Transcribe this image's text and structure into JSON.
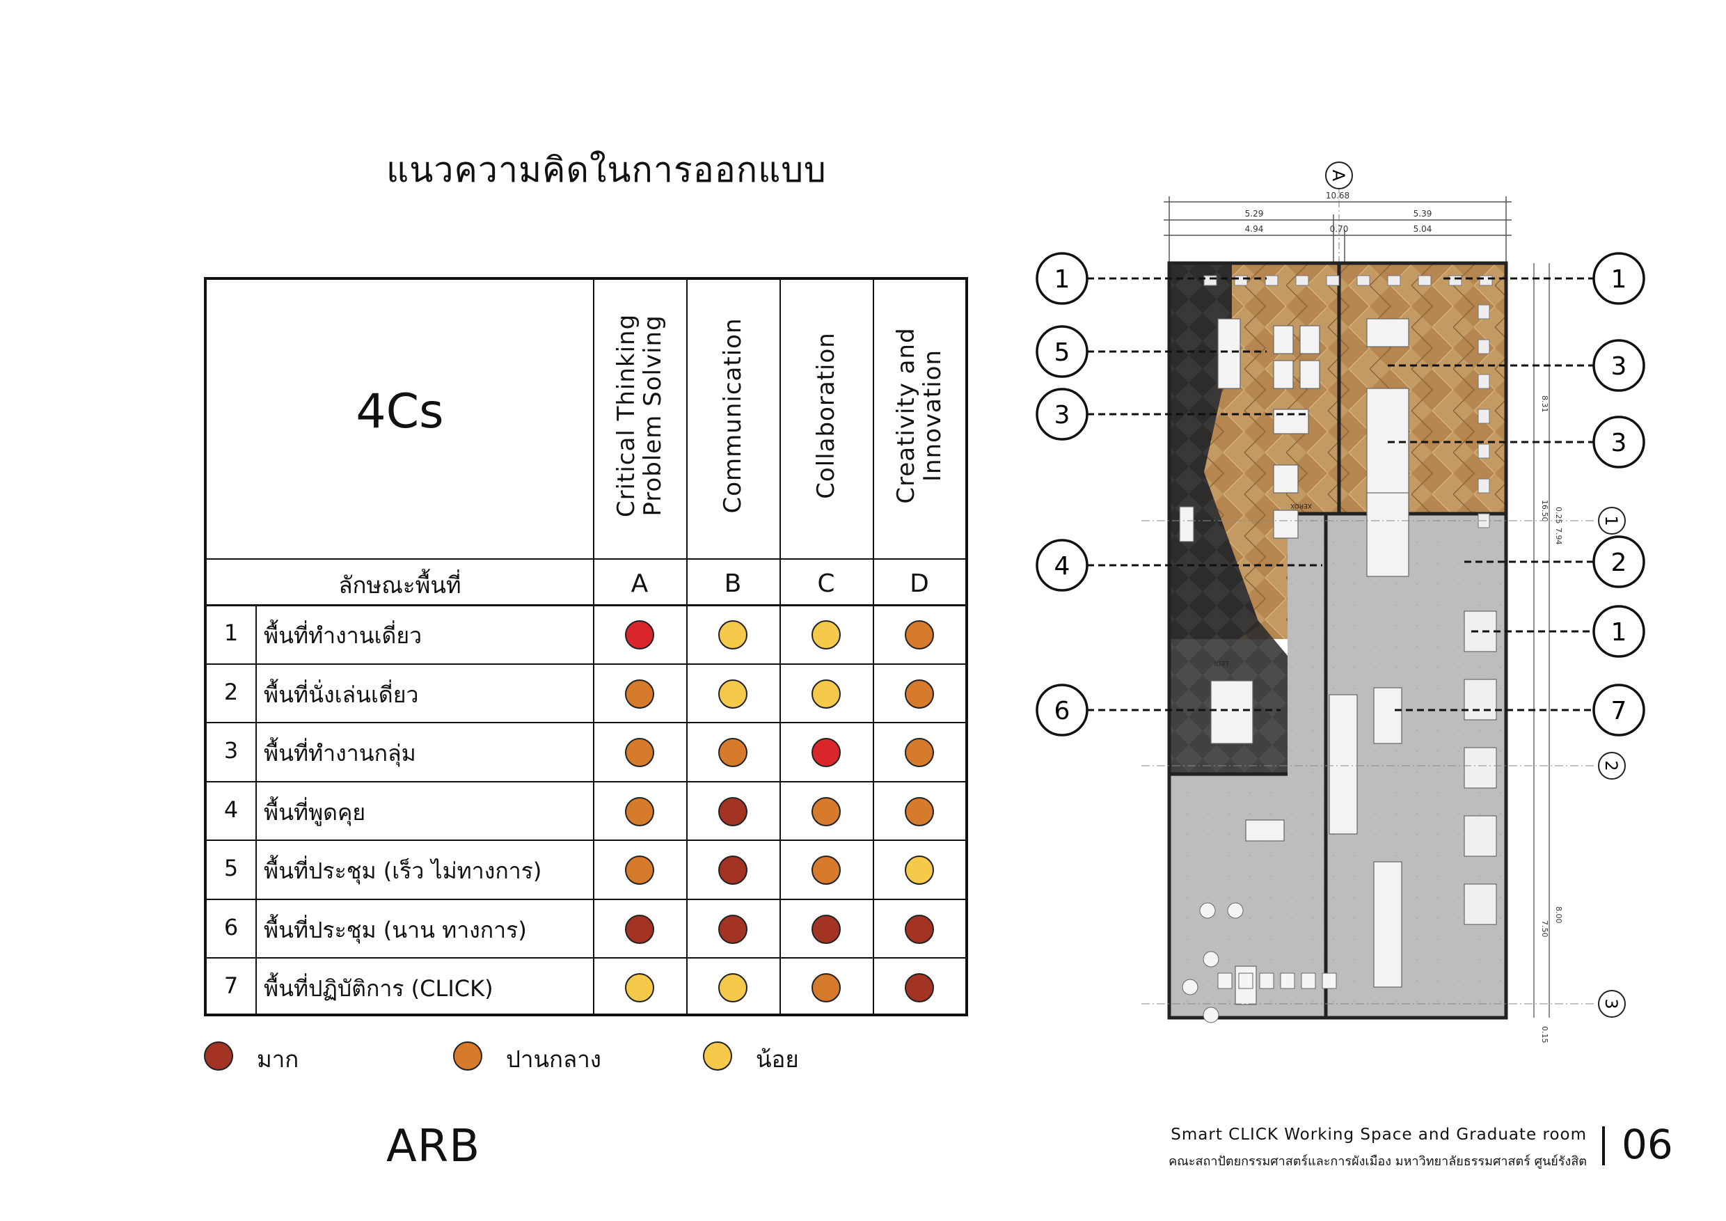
{
  "title": "แนวความคิดในการออกแบบ",
  "matrix": {
    "header": "4Cs",
    "row_header": "ลักษณะพื้นที่",
    "columns": [
      {
        "letter": "A",
        "lines": [
          "Critical Thinking",
          "Problem Solving"
        ]
      },
      {
        "letter": "B",
        "lines": [
          "Communication"
        ]
      },
      {
        "letter": "C",
        "lines": [
          "Collaboration"
        ]
      },
      {
        "letter": "D",
        "lines": [
          "Creativity and",
          "Innovation"
        ]
      }
    ],
    "rows": [
      {
        "num": "1",
        "label": "พื้นที่ทำงานเดี่ยว",
        "levels": [
          "highest",
          "low",
          "low",
          "medium"
        ]
      },
      {
        "num": "2",
        "label": "พื้นที่นั่งเล่นเดี่ยว",
        "levels": [
          "medium",
          "low",
          "low",
          "medium"
        ]
      },
      {
        "num": "3",
        "label": "พื้นที่ทำงานกลุ่ม",
        "levels": [
          "medium",
          "medium",
          "highest",
          "medium"
        ]
      },
      {
        "num": "4",
        "label": "พื้นที่พูดคุย",
        "levels": [
          "medium",
          "high",
          "medium",
          "medium"
        ]
      },
      {
        "num": "5",
        "label": "พื้นที่ประชุม (เร็ว ไม่ทางการ)",
        "levels": [
          "medium",
          "high",
          "medium",
          "low"
        ]
      },
      {
        "num": "6",
        "label": "พื้นที่ประชุม (นาน ทางการ)",
        "levels": [
          "high",
          "high",
          "high",
          "high"
        ]
      },
      {
        "num": "7",
        "label": "พื้นที่ปฏิบัติการ (CLICK)",
        "levels": [
          "low",
          "low",
          "medium",
          "high"
        ]
      }
    ]
  },
  "level_colors": {
    "highest": "#d8262b",
    "high": "#a33424",
    "medium": "#d67a2b",
    "low": "#f5c94a"
  },
  "legend": [
    {
      "level": "high",
      "label": "มาก"
    },
    {
      "level": "medium",
      "label": "ปานกลาง"
    },
    {
      "level": "low",
      "label": "น้อย"
    }
  ],
  "plan": {
    "grid_top": "A",
    "dims_top": {
      "total": "10.68",
      "left": "5.29",
      "right": "5.39",
      "left_inner": "4.94",
      "mid": "0.70",
      "right_inner": "5.04"
    },
    "dims_right": [
      "8.31",
      "16.50",
      "0.25",
      "7.94",
      "8.00",
      "7.50",
      "0.15"
    ],
    "grid_right": [
      "1",
      "2",
      "3"
    ],
    "callouts_left": [
      "1",
      "5",
      "3",
      "4",
      "6"
    ],
    "callouts_right": [
      "1",
      "3",
      "3",
      "2",
      "1",
      "7"
    ],
    "labels": [
      "XEROX",
      "LEDI"
    ]
  },
  "footer": {
    "logo": "ARB",
    "project": "Smart CLICK Working Space and Graduate room",
    "faculty": "คณะสถาปัตยกรรมศาสตร์และการผังเมือง มหาวิทยาลัยธรรมศาสตร์ ศูนย์รังสิต",
    "page": "06"
  }
}
